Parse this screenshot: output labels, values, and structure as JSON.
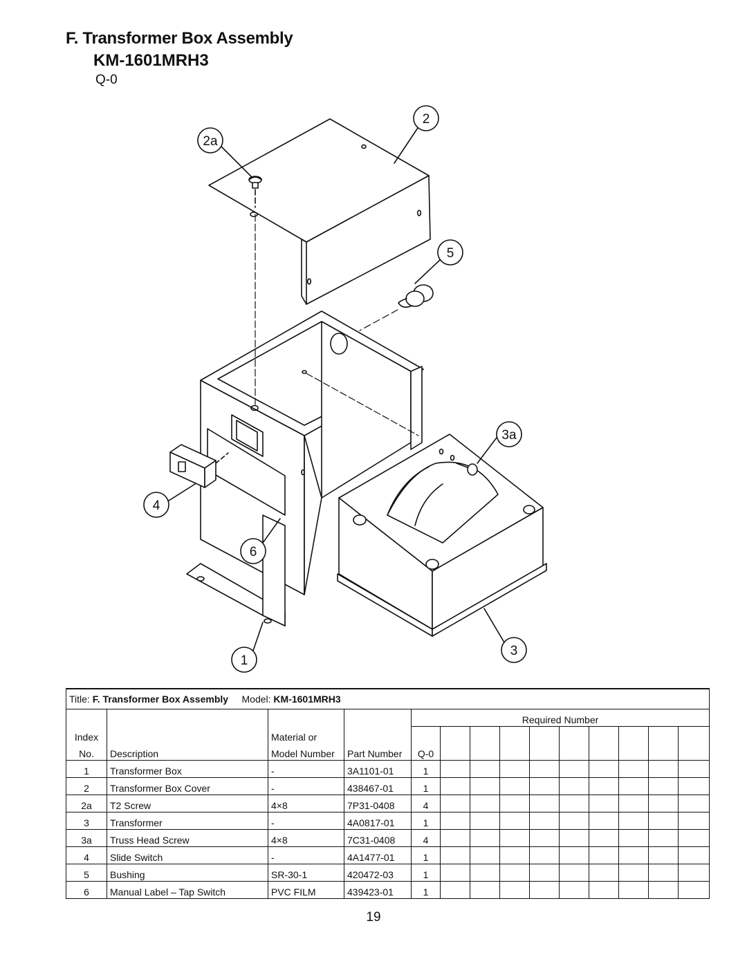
{
  "heading": {
    "title": "F. Transformer Box Assembly",
    "model": "KM-1601MRH3",
    "variant": "Q-0"
  },
  "callouts": {
    "c1": "1",
    "c2": "2",
    "c2a": "2a",
    "c3": "3",
    "c3a": "3a",
    "c4": "4",
    "c5": "5",
    "c6": "6"
  },
  "table": {
    "title_label": "Title:",
    "title_value": "F. Transformer Box Assembly",
    "model_label": "Model:",
    "model_value": "KM-1601MRH3",
    "required_number": "Required Number",
    "col_index_1": "Index",
    "col_index_2": "No.",
    "col_description": "Description",
    "col_material_1": "Material or",
    "col_material_2": "Model Number",
    "col_part": "Part Number",
    "col_q0": "Q-0",
    "rows": [
      {
        "index": "1",
        "description": "Transformer Box",
        "material": "-",
        "part": "3A1101-01",
        "q0": "1"
      },
      {
        "index": "2",
        "description": "Transformer Box Cover",
        "material": "-",
        "part": "438467-01",
        "q0": "1"
      },
      {
        "index": "2a",
        "description": "T2 Screw",
        "material": "4×8",
        "part": "7P31-0408",
        "q0": "4"
      },
      {
        "index": "3",
        "description": "Transformer",
        "material": "-",
        "part": "4A0817-01",
        "q0": "1"
      },
      {
        "index": "3a",
        "description": "Truss Head Screw",
        "material": "4×8",
        "part": "7C31-0408",
        "q0": "4"
      },
      {
        "index": "4",
        "description": "Slide Switch",
        "material": "-",
        "part": "4A1477-01",
        "q0": "1"
      },
      {
        "index": "5",
        "description": "Bushing",
        "material": "SR-30-1",
        "part": "420472-03",
        "q0": "1"
      },
      {
        "index": "6",
        "description": "Manual Label – Tap Switch",
        "material": "PVC FILM",
        "part": "439423-01",
        "q0": "1"
      }
    ]
  },
  "page_number": "19"
}
